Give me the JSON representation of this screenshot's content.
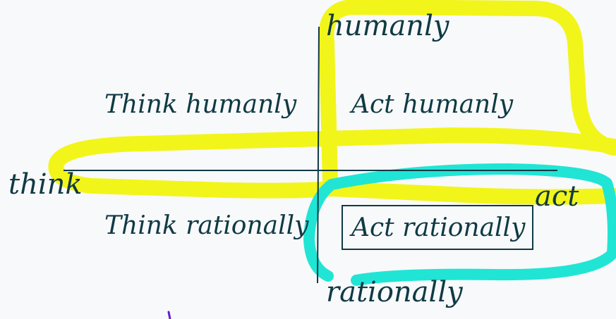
{
  "labels": {
    "top": "humanly",
    "bottom": "rationally",
    "left": "think",
    "right": "act",
    "q_top_left": "Think humanly",
    "q_top_right": "Act humanly",
    "q_bottom_left": "Think rationally",
    "q_bottom_right": "Act rationally"
  },
  "colors": {
    "background": "#f8f9fa",
    "ink": "#0f3a45",
    "highlight_yellow": "#f2f51a",
    "highlight_cyan": "#20e5d5",
    "stray_mark": "#6a1bd0"
  }
}
